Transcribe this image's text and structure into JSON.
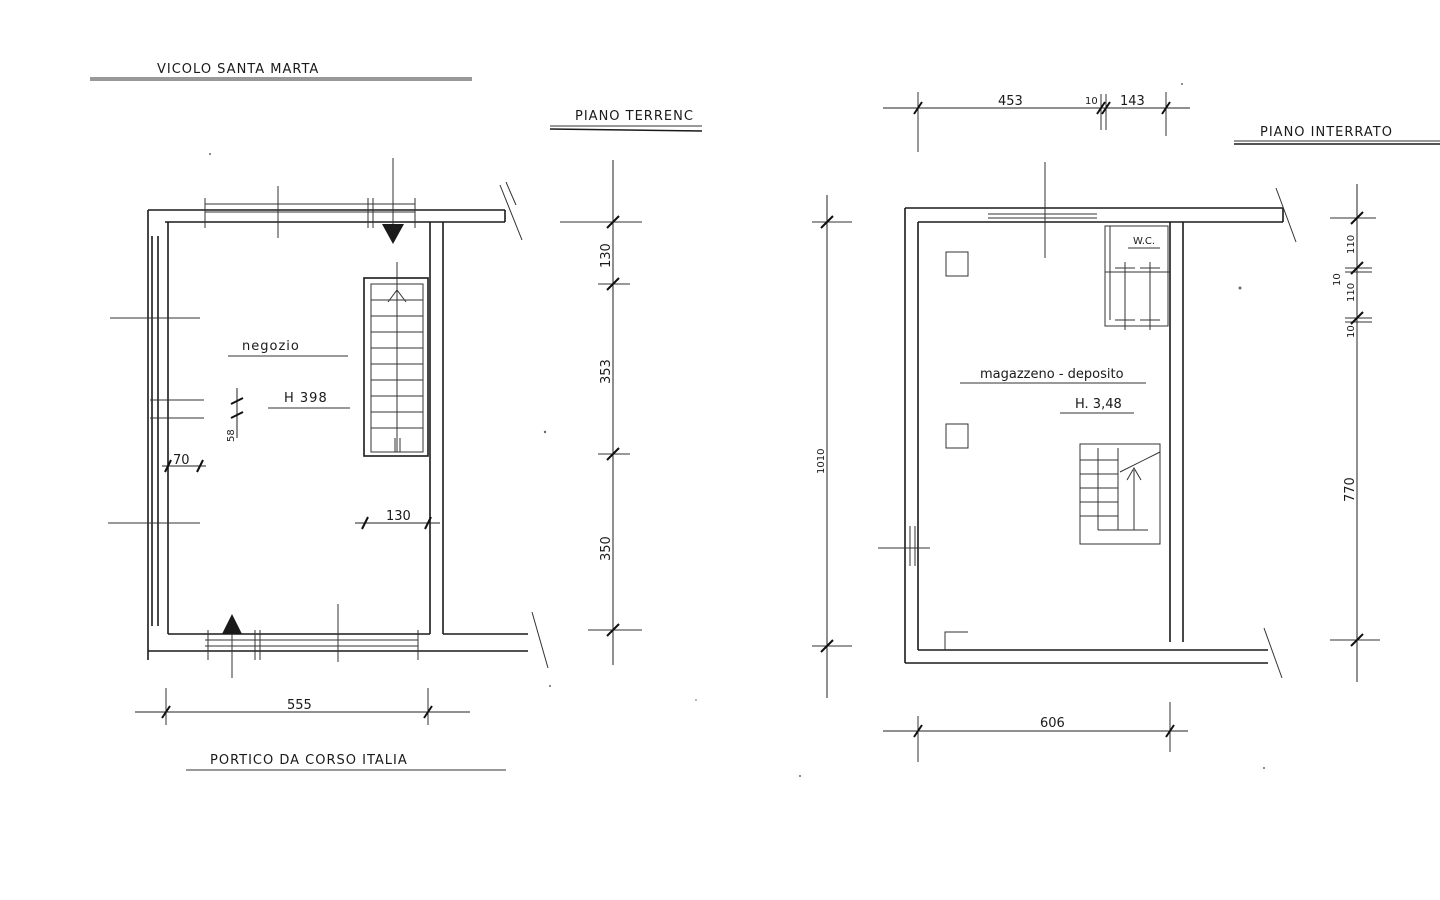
{
  "ground_floor": {
    "street_top": "VICOLO  SANTA MARTA",
    "title": "PIANO  TERRENC",
    "room_name": "negozio",
    "room_height": "H 398",
    "street_bottom": "PORTICO  DA CORSO   ITALIA",
    "dims": {
      "width": "555",
      "v1": "130",
      "v2": "353",
      "v3": "350",
      "step_depth": "58",
      "wall_offset": "70",
      "stair_gap": "130"
    }
  },
  "basement": {
    "title": "PIANO  INTERRATO",
    "room_name": "magazzeno - deposito",
    "room_height": "H. 3,48",
    "wc": "W.C.",
    "dims": {
      "top1": "453",
      "top2": "10",
      "top3": "143",
      "width": "606",
      "height": "1010",
      "r1": "110",
      "r2": "10",
      "r3": "110",
      "r4": "10",
      "r5": "770"
    }
  }
}
